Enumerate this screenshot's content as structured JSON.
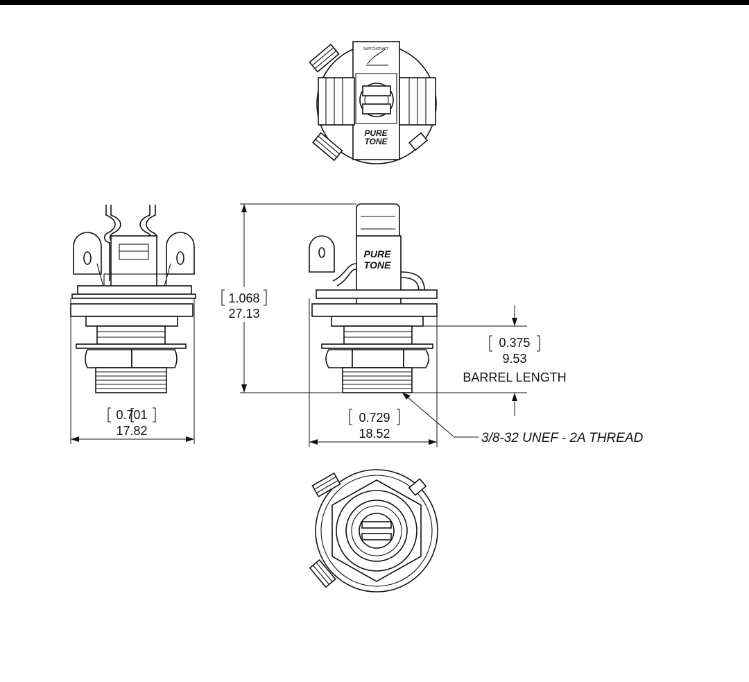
{
  "dimensions": {
    "overall_height": {
      "inch": "1.068",
      "mm": "27.13"
    },
    "side_width": {
      "inch": "0.701",
      "mm": "17.82"
    },
    "front_width": {
      "inch": "0.729",
      "mm": "18.52"
    },
    "barrel": {
      "inch": "0.375",
      "mm": "9.53",
      "label": "BARREL LENGTH"
    }
  },
  "thread_callout": "3/8-32 UNEF - 2A THREAD",
  "logo": {
    "line1": "PURE",
    "line2": "TONE"
  },
  "colors": {
    "ink": "#111111",
    "background": "#ffffff",
    "top_bar": "#000000"
  }
}
